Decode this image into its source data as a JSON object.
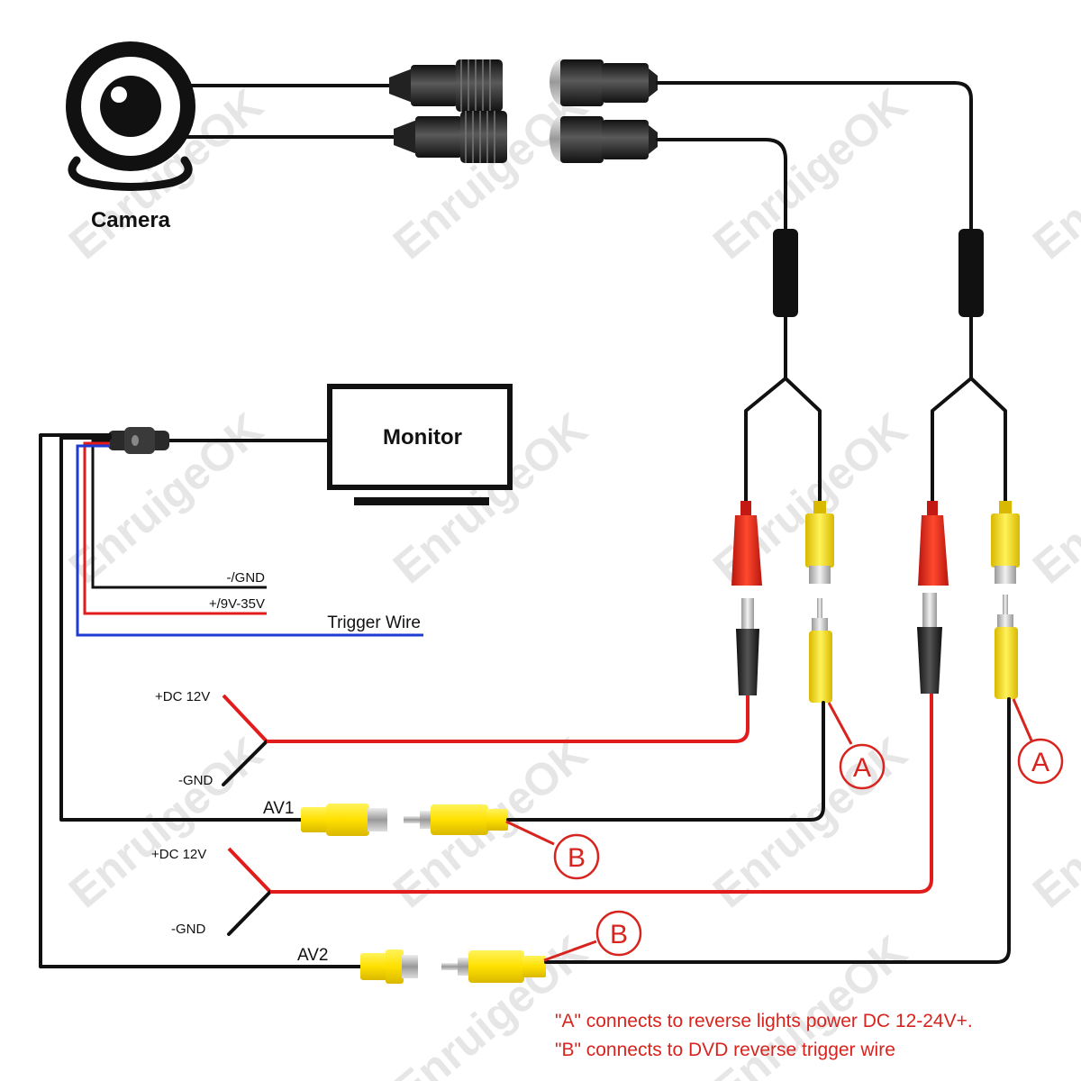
{
  "camera": {
    "label": "Camera",
    "icon": "camera-icon"
  },
  "monitor": {
    "label": "Monitor",
    "icon": "monitor-icon"
  },
  "watermark": "EnruigeOK",
  "power_leads": [
    {
      "label": "-/GND",
      "color": "#111111"
    },
    {
      "label": "+/9V-35V",
      "color": "#e21b1b"
    },
    {
      "label": "Trigger Wire",
      "color": "#1e3bd6"
    }
  ],
  "branch_1": {
    "plus_label": "+DC 12V",
    "minus_label": "-GND",
    "av_label": "AV1",
    "a_marker": "A",
    "b_marker": "B"
  },
  "branch_2": {
    "plus_label": "+DC 12V",
    "minus_label": "-GND",
    "av_label": "AV2",
    "a_marker": "A",
    "b_marker": "B"
  },
  "notes": [
    "\"A\" connects to reverse lights power DC 12-24V+.",
    "\"B\" connects to DVD reverse trigger wire"
  ],
  "colors": {
    "red": "#e21b1b",
    "yellow": "#ffe600",
    "blue": "#1e3bd6",
    "black": "#111111",
    "note_red": "#d8241f"
  }
}
